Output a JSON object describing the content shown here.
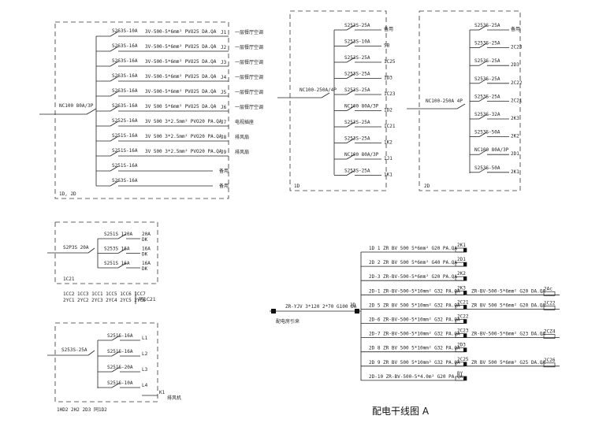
{
  "panel_1D2D": {
    "incomer": "NC100 80A/3P",
    "footer": "1D, 2D",
    "rows": [
      {
        "breaker": "S263S-10A",
        "cable": "3V-500-5*6mm² PVO25 DA.QA",
        "circuit": "J1",
        "load": "一层餐厅空调"
      },
      {
        "breaker": "S263S-16A",
        "cable": "3V-500-5*6mm² PVO25 DA.QA",
        "circuit": "J2",
        "load": "一层餐厅空调"
      },
      {
        "breaker": "S263S-16A",
        "cable": "3V-500-5*6mm² PVO25 DA.QA",
        "circuit": "J3",
        "load": "一层餐厅空调"
      },
      {
        "breaker": "S263S-16A",
        "cable": "3V-500-5*6mm² PVO25 DA.QA",
        "circuit": "J4",
        "load": "一层餐厅空调"
      },
      {
        "breaker": "S263S-16A",
        "cable": "3V-500-5*6mm² PVO25 DA.QA",
        "circuit": "J5",
        "load": "一层餐厅空调"
      },
      {
        "breaker": "S263S-16A",
        "cable": "3V 500 5*6mm² PVO25 DA.QA",
        "circuit": "J6",
        "load": "一层餐厅空调"
      },
      {
        "breaker": "S252S-16A",
        "cable": "3V 500 3*2.5mm² PVO20 PA.QA",
        "circuit": "J7",
        "load": "电视插座"
      },
      {
        "breaker": "S251S-16A",
        "cable": "3V 500 3*2.5mm² PVO20 PA.QA",
        "circuit": "J8",
        "load": "排风扇"
      },
      {
        "breaker": "S251S-16A",
        "cable": "3V 500 3*2.5mm² PVO20 PA.QA",
        "circuit": "J9",
        "load": "排风扇"
      },
      {
        "breaker": "S251S-16A",
        "cable": "",
        "circuit": "",
        "load": "备用"
      },
      {
        "breaker": "S263S-16A",
        "cable": "",
        "circuit": "",
        "load": "备用"
      }
    ]
  },
  "panel_1D": {
    "incomer": "NC100-250A/4P",
    "footer": "1D",
    "rows": [
      {
        "breaker": "S253S-25A",
        "circuit": "备用"
      },
      {
        "breaker": "S253S-10A",
        "circuit": "SB"
      },
      {
        "breaker": "S253S-25A",
        "circuit": "1C25"
      },
      {
        "breaker": "S253S-25A",
        "circuit": "1D3"
      },
      {
        "breaker": "S253S-25A",
        "circuit": "1C23"
      },
      {
        "breaker": "NC100 80A/3P",
        "circuit": "1D2"
      },
      {
        "breaker": "S253S-25A",
        "circuit": "1C21"
      },
      {
        "breaker": "S253S-25A",
        "circuit": "1K2"
      },
      {
        "breaker": "NC100 80A/3P",
        "circuit": "1J1"
      },
      {
        "breaker": "S253S-25A",
        "circuit": "1K1"
      }
    ]
  },
  "panel_2D": {
    "incomer": "NC100-250A 4P",
    "footer": "2D",
    "rows": [
      {
        "breaker": "S253S-25A",
        "circuit": "备用"
      },
      {
        "breaker": "S253S-25A",
        "circuit": "2C23"
      },
      {
        "breaker": "S253S-25A",
        "circuit": "2D3"
      },
      {
        "breaker": "S253S-25A",
        "circuit": "2C22"
      },
      {
        "breaker": "S253S-25A",
        "circuit": "2C21"
      },
      {
        "breaker": "S253S-32A",
        "circuit": "2K3"
      },
      {
        "breaker": "S253S-50A",
        "circuit": "2K2"
      },
      {
        "breaker": "NC100 80A/3P",
        "circuit": "2D1"
      },
      {
        "breaker": "S253S-50A",
        "circuit": "2K1"
      }
    ]
  },
  "panel_1C21": {
    "incomer": "S2P3S 20A",
    "footer": "1C21",
    "rows": [
      {
        "breaker": "S251S 120A",
        "out": "20A",
        "tag": "DK"
      },
      {
        "breaker": "S253S 16A",
        "out": "16A",
        "tag": "DK"
      },
      {
        "breaker": "S251S 16A",
        "out": "16A",
        "tag": "DK"
      }
    ],
    "note_line1": "1CC2 1CC3 1CC1 1CC5 1CC6 1CC7",
    "note_line2": "2YC1 2YC2 2YC3 2YC4 2YC5 2YC6",
    "note_tag": "同1C21"
  },
  "panel_1D2": {
    "incomer": "S253S-25A",
    "footer": "1HD2 2H2 2D3 同1D2",
    "rows": [
      {
        "breaker": "S251S-16A",
        "circuit": "L1"
      },
      {
        "breaker": "S251S-16A",
        "circuit": "L2"
      },
      {
        "breaker": "S251S-20A",
        "circuit": "L3"
      },
      {
        "breaker": "S251S-10A",
        "circuit": "L4"
      }
    ],
    "extra_circuit": "K1",
    "extra_load": "排风机"
  },
  "trunk": {
    "source_cable": "ZR-YJV 3*120 2*70 G100 DA",
    "source_tag": "2D",
    "source_label": "配电房引来",
    "rows": [
      {
        "cable": "1D 1 ZR BV 500 5*6mm² G20 PA.QA",
        "box": "2K1",
        "branch": "",
        "branch_box": ""
      },
      {
        "cable": "2D 2 ZR BV 500 5*6mm² G40 PA.QA",
        "box": "2D1",
        "branch": "",
        "branch_box": ""
      },
      {
        "cable": "2D-3 ZR-BV-500-5*6mm² G20 PA.QA",
        "box": "2K2",
        "branch": "",
        "branch_box": ""
      },
      {
        "cable": "2D-1 ZR-BV-500-5*10mm² G32 PA.QA",
        "box": "2K3",
        "branch": "ZR-BV-500-5*6mm² G20 DA.QA",
        "branch_box": "2Ac"
      },
      {
        "cable": "2D 5 ZR BV 500 5*10mm² G32 PA.QA",
        "box": "2C21",
        "branch": "ZR BV 500 5*6mm² G20 DA.QA",
        "branch_box": "1C22"
      },
      {
        "cable": "2D-6 ZR-BV-500-5*10mm² G32 PA.QA",
        "box": "2C22",
        "branch": "",
        "branch_box": ""
      },
      {
        "cable": "2D-7 ZR-BV-500-5*10mm² G32 PA.QA",
        "box": "2C23",
        "branch": "ZR-BV-500-5*6mm² G23 DA.QA",
        "branch_box": "2CZ4"
      },
      {
        "cable": "2D 8 ZR BV 500 5*10mm² G32 PA.QA",
        "box": "2D3",
        "branch": "",
        "branch_box": ""
      },
      {
        "cable": "2D 9 ZR BV 500 5*10mm² G32 PA.QA",
        "box": "2C25",
        "branch": "ZR BV 500 5*6mm² G25 DA.QA",
        "branch_box": "2C26"
      },
      {
        "cable": "2D-10 ZR-BV-500-5*4.0m² G20 PA.QA",
        "box": "BY",
        "branch": "",
        "branch_box": ""
      }
    ]
  },
  "title": "配电干线图 A"
}
